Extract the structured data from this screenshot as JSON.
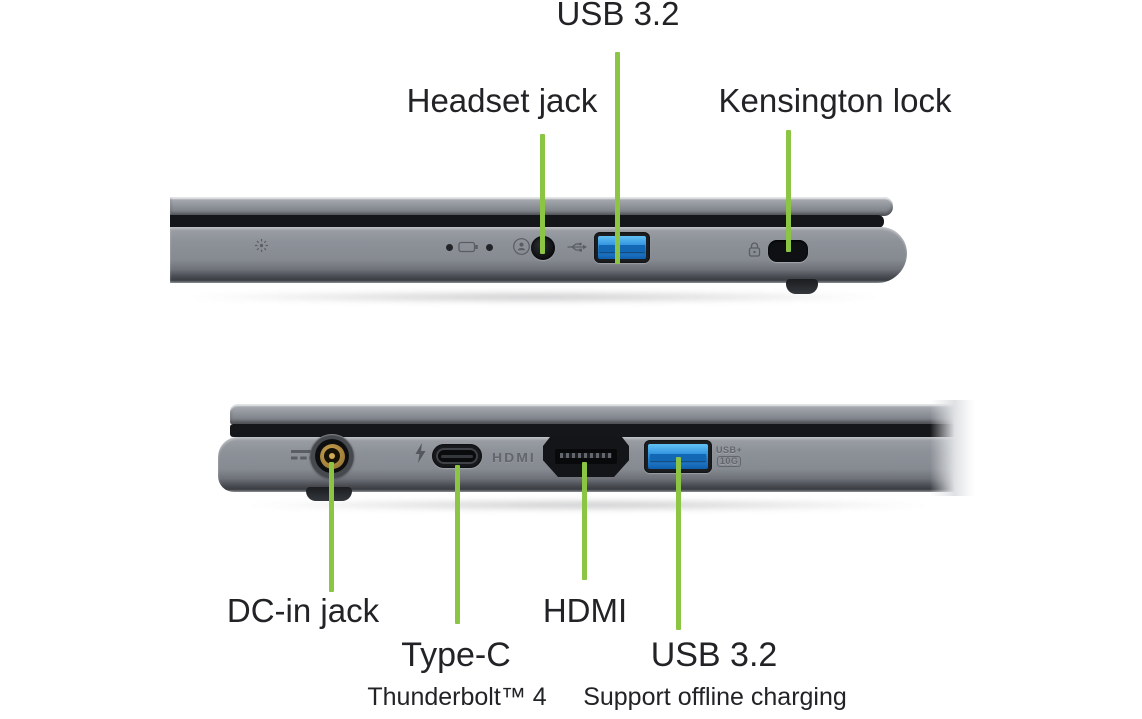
{
  "colors": {
    "accent_green": "#8cc544"
  },
  "top_view": {
    "labels": {
      "usb": "USB 3.2",
      "headset": "Headset jack",
      "kensington": "Kensington lock"
    }
  },
  "bottom_view": {
    "labels": {
      "dc": "DC-in jack",
      "typec": "Type-C",
      "typec_sub": "Thunderbolt™ 4",
      "hdmi": "HDMI",
      "usb": "USB 3.2",
      "usb_sub": "Support offline charging"
    },
    "port_marks": {
      "hdmi_logo": "HDMI",
      "usb_speed_line1": "USB+",
      "usb_speed_line2": "10G"
    }
  }
}
